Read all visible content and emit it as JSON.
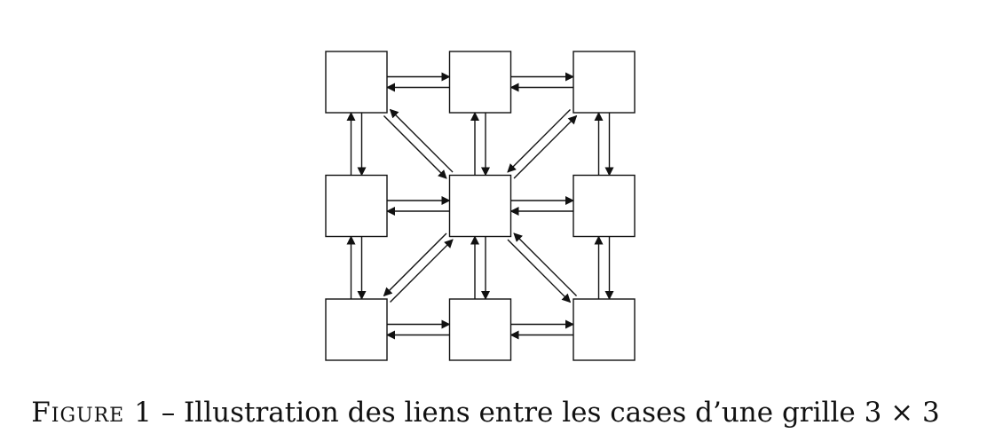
{
  "diagram": {
    "grid_size": 3,
    "node_fill": "#ffffff",
    "stroke_color": "#111111",
    "links": [
      {
        "from": [
          0,
          0
        ],
        "to": [
          0,
          1
        ],
        "bidirectional": true
      },
      {
        "from": [
          0,
          1
        ],
        "to": [
          0,
          2
        ],
        "bidirectional": true
      },
      {
        "from": [
          1,
          0
        ],
        "to": [
          1,
          1
        ],
        "bidirectional": true
      },
      {
        "from": [
          1,
          1
        ],
        "to": [
          1,
          2
        ],
        "bidirectional": true
      },
      {
        "from": [
          2,
          0
        ],
        "to": [
          2,
          1
        ],
        "bidirectional": true
      },
      {
        "from": [
          2,
          1
        ],
        "to": [
          2,
          2
        ],
        "bidirectional": true
      },
      {
        "from": [
          0,
          0
        ],
        "to": [
          1,
          0
        ],
        "bidirectional": true
      },
      {
        "from": [
          1,
          0
        ],
        "to": [
          2,
          0
        ],
        "bidirectional": true
      },
      {
        "from": [
          0,
          1
        ],
        "to": [
          1,
          1
        ],
        "bidirectional": true
      },
      {
        "from": [
          1,
          1
        ],
        "to": [
          2,
          1
        ],
        "bidirectional": true
      },
      {
        "from": [
          0,
          2
        ],
        "to": [
          1,
          2
        ],
        "bidirectional": true
      },
      {
        "from": [
          1,
          2
        ],
        "to": [
          2,
          2
        ],
        "bidirectional": true
      },
      {
        "from": [
          1,
          1
        ],
        "to": [
          0,
          0
        ],
        "bidirectional": true
      },
      {
        "from": [
          1,
          1
        ],
        "to": [
          0,
          2
        ],
        "bidirectional": true
      },
      {
        "from": [
          1,
          1
        ],
        "to": [
          2,
          0
        ],
        "bidirectional": true
      },
      {
        "from": [
          1,
          1
        ],
        "to": [
          2,
          2
        ],
        "bidirectional": true
      }
    ]
  },
  "caption": {
    "label": "Figure 1",
    "separator": "–",
    "text": "Illustration des liens entre les cases d’une grille 3 × 3"
  }
}
